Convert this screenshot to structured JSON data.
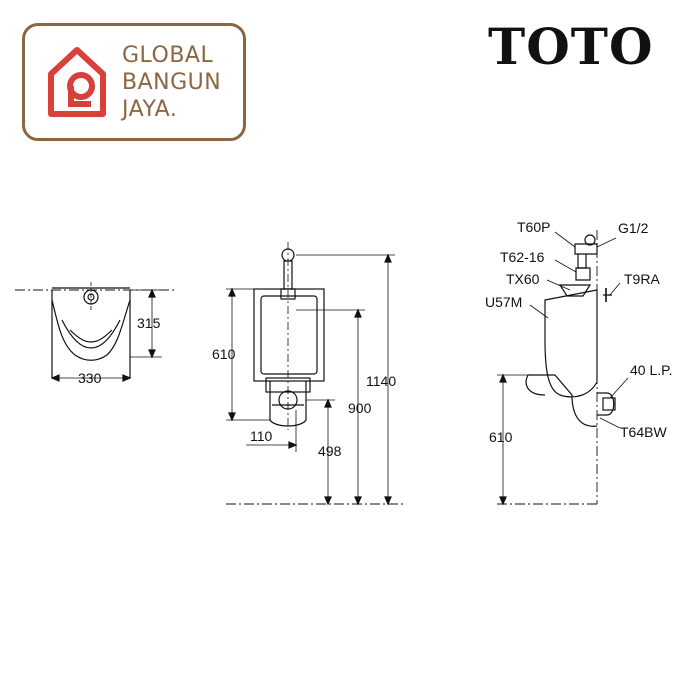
{
  "logo": {
    "lines": [
      "GLOBAL",
      "BANGUN",
      "JAYA."
    ],
    "color": "#8c6642",
    "mark_color": "#d9403a",
    "icon": "house-icon"
  },
  "brand": {
    "name": "TOTO"
  },
  "top_view": {
    "width": "330",
    "depth": "315"
  },
  "front_view": {
    "height_left": "610",
    "height_total": "1140",
    "height_outlet": "900",
    "drain_offset": "110",
    "drain_height": "498"
  },
  "side_view": {
    "labels": {
      "flush_valve": "T60P",
      "thread": "G1/2",
      "spud": "T62-16",
      "vacuum_breaker": "TX60",
      "hanger": "T9RA",
      "urinal": "U57M",
      "drain": "40 L.P.",
      "trap": "T64BW"
    },
    "height": "610"
  }
}
